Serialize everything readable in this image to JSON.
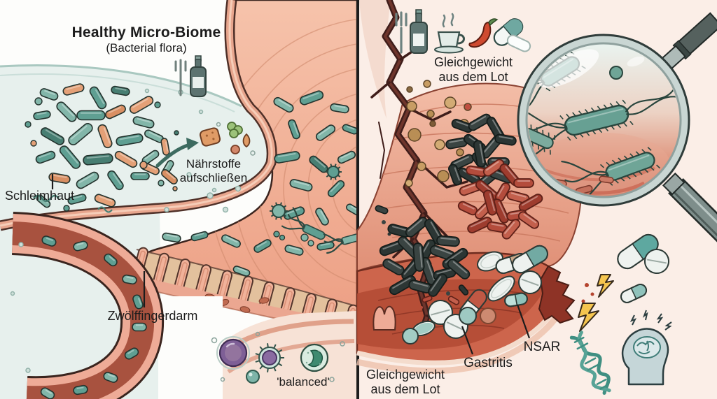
{
  "illustration": {
    "left_panel": {
      "title": "Healthy Micro-Biome",
      "subtitle": "(Bacterial flora)",
      "label_mucosa": "Schleimhaut",
      "label_nutrients": "Nährstoffe\naufschließen",
      "label_duodenum": "Zwölffingerdarm",
      "label_balanced": "'balanced'",
      "icons": [
        "fork-icon",
        "wine-bottle-icon"
      ]
    },
    "right_panel": {
      "label_imbalance_top": "Gleichgewicht\naus dem Lot",
      "label_imbalance_bottom": "Gleichgewicht\naus dem Lot",
      "label_gastritis": "Gastritis",
      "label_nsaid": "NSAR",
      "icons": [
        "fork-icon",
        "wine-bottle-icon",
        "coffee-cup-icon",
        "chili-icon",
        "capsule-icon",
        "magnifier-icon",
        "pill-icons",
        "lightning-icon",
        "dna-icon",
        "stressed-head-icon"
      ]
    },
    "colors": {
      "background_left": "#fdfdfb",
      "background_right": "#fbeee7",
      "mint": "#e7f0ed",
      "stomach_pink": "#f2b59e",
      "healthy_bacteria_teal": "#5f9f92",
      "healthy_bacteria_orange": "#e4a077",
      "dysbiosis_dark": "#3a4442",
      "dysbiosis_red": "#b44c3c",
      "inflamed_wall": "#cd654c",
      "lightning_yellow": "#f5c54f",
      "label_text": "#1c1c1c"
    }
  }
}
